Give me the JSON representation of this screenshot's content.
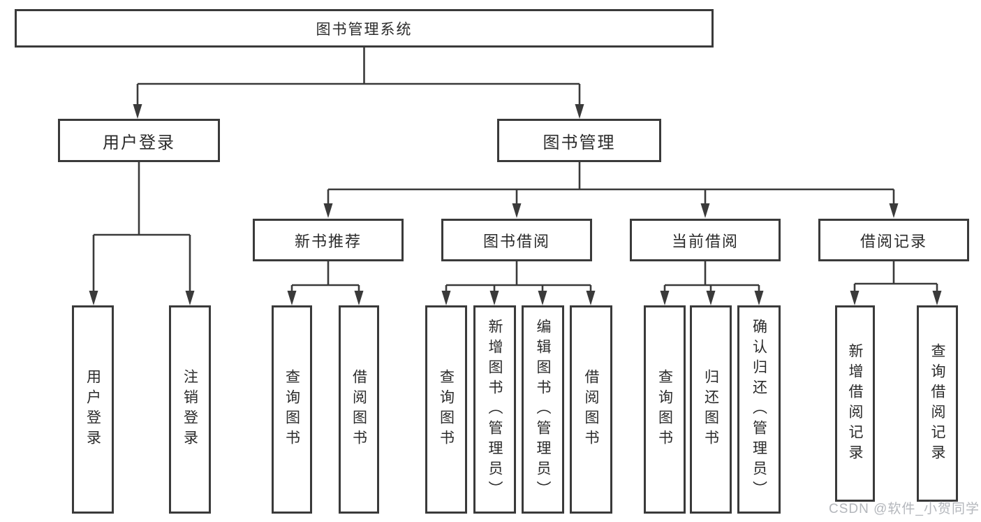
{
  "diagram_title": "图书管理系统",
  "nodes": {
    "root": {
      "label": "图书管理系统"
    },
    "user_login": {
      "label": "用户登录"
    },
    "book_management": {
      "label": "图书管理"
    },
    "new_book_recommend": {
      "label": "新书推荐"
    },
    "book_borrowing": {
      "label": "图书借阅"
    },
    "current_borrowing": {
      "label": "当前借阅"
    },
    "borrowing_records": {
      "label": "借阅记录"
    },
    "leaf_user_login": {
      "label": "用户登录"
    },
    "leaf_logout": {
      "label": "注销登录"
    },
    "leaf_query_book_recommend": {
      "label": "查询图书"
    },
    "leaf_borrow_book_recommend": {
      "label": "借阅图书"
    },
    "leaf_query_book_borrowing": {
      "label": "查询图书"
    },
    "leaf_add_book": {
      "label": "新增图书（管理员）"
    },
    "leaf_edit_book": {
      "label": "编辑图书（管理员）"
    },
    "leaf_borrow_book_borrowing": {
      "label": "借阅图书"
    },
    "leaf_query_book_current": {
      "label": "查询图书"
    },
    "leaf_return_book": {
      "label": "归还图书"
    },
    "leaf_confirm_return": {
      "label": "确认归还（管理员）"
    },
    "leaf_add_borrow_record": {
      "label": "新增借阅记录"
    },
    "leaf_query_borrow_record": {
      "label": "查询借阅记录"
    }
  },
  "structure": {
    "root": [
      "user_login",
      "book_management"
    ],
    "user_login": [
      "leaf_user_login",
      "leaf_logout"
    ],
    "book_management": [
      "new_book_recommend",
      "book_borrowing",
      "current_borrowing",
      "borrowing_records"
    ],
    "new_book_recommend": [
      "leaf_query_book_recommend",
      "leaf_borrow_book_recommend"
    ],
    "book_borrowing": [
      "leaf_query_book_borrowing",
      "leaf_add_book",
      "leaf_edit_book",
      "leaf_borrow_book_borrowing"
    ],
    "current_borrowing": [
      "leaf_query_book_current",
      "leaf_return_book",
      "leaf_confirm_return"
    ],
    "borrowing_records": [
      "leaf_add_borrow_record",
      "leaf_query_borrow_record"
    ]
  },
  "colors": {
    "line": "#3a3a3a",
    "box_border": "#3a3a3a",
    "text": "#2b2b2b",
    "watermark": "#b4b7bc",
    "background": "#ffffff"
  },
  "watermark": "CSDN @软件_小贺同学"
}
